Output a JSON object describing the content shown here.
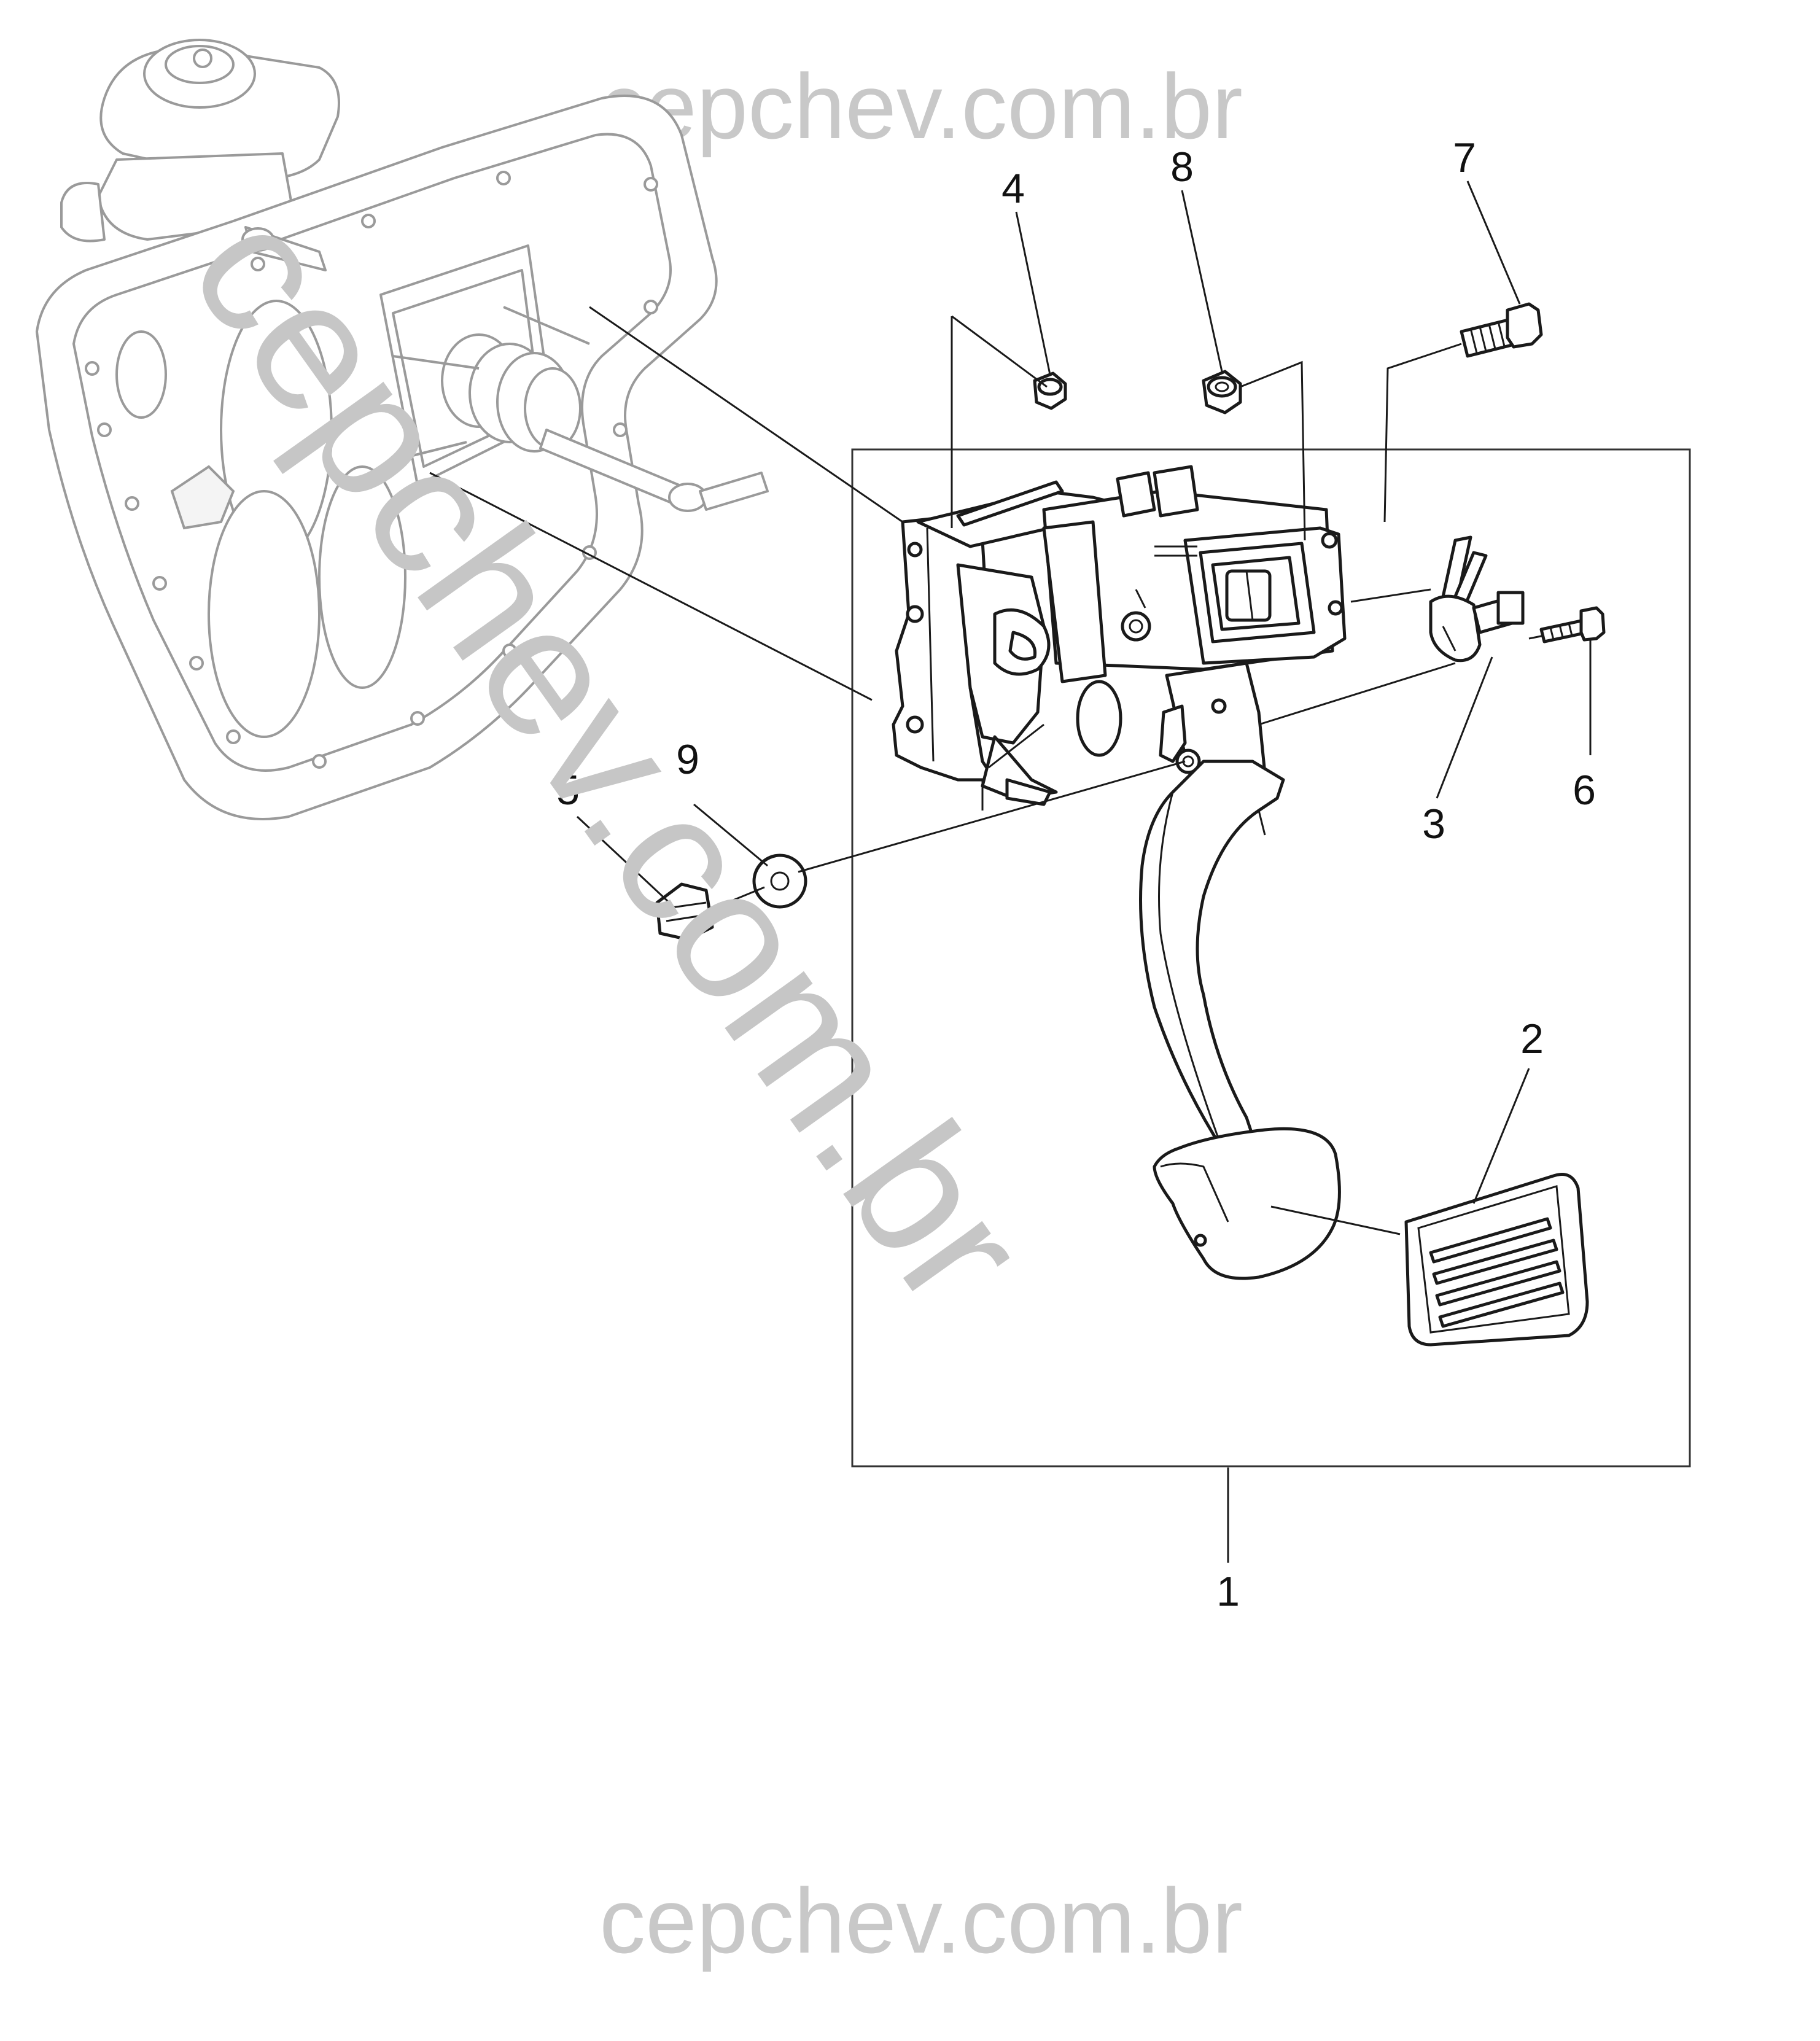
{
  "watermark": {
    "top": "cepchev.com.br",
    "bottom": "cepchev.com.br",
    "diagonal": "cepchev.com.br"
  },
  "callouts": {
    "c1": "1",
    "c2": "2",
    "c3": "3",
    "c4": "4",
    "c5": "5",
    "c6": "6",
    "c7": "7",
    "c8": "8",
    "c9": "9"
  }
}
